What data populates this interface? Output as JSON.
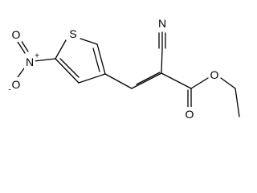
{
  "structure": {
    "atoms": {
      "sulfur": "S",
      "nitrile_nitrogen": "N",
      "nitro_nitrogen": "N",
      "nitro_nitrogen_charge": "+",
      "nitro_oxygen_top": "O",
      "nitro_oxygen_left": "O",
      "nitro_oxygen_left_charge": "-",
      "carbonyl_oxygen": "O",
      "ester_oxygen": "O"
    }
  }
}
